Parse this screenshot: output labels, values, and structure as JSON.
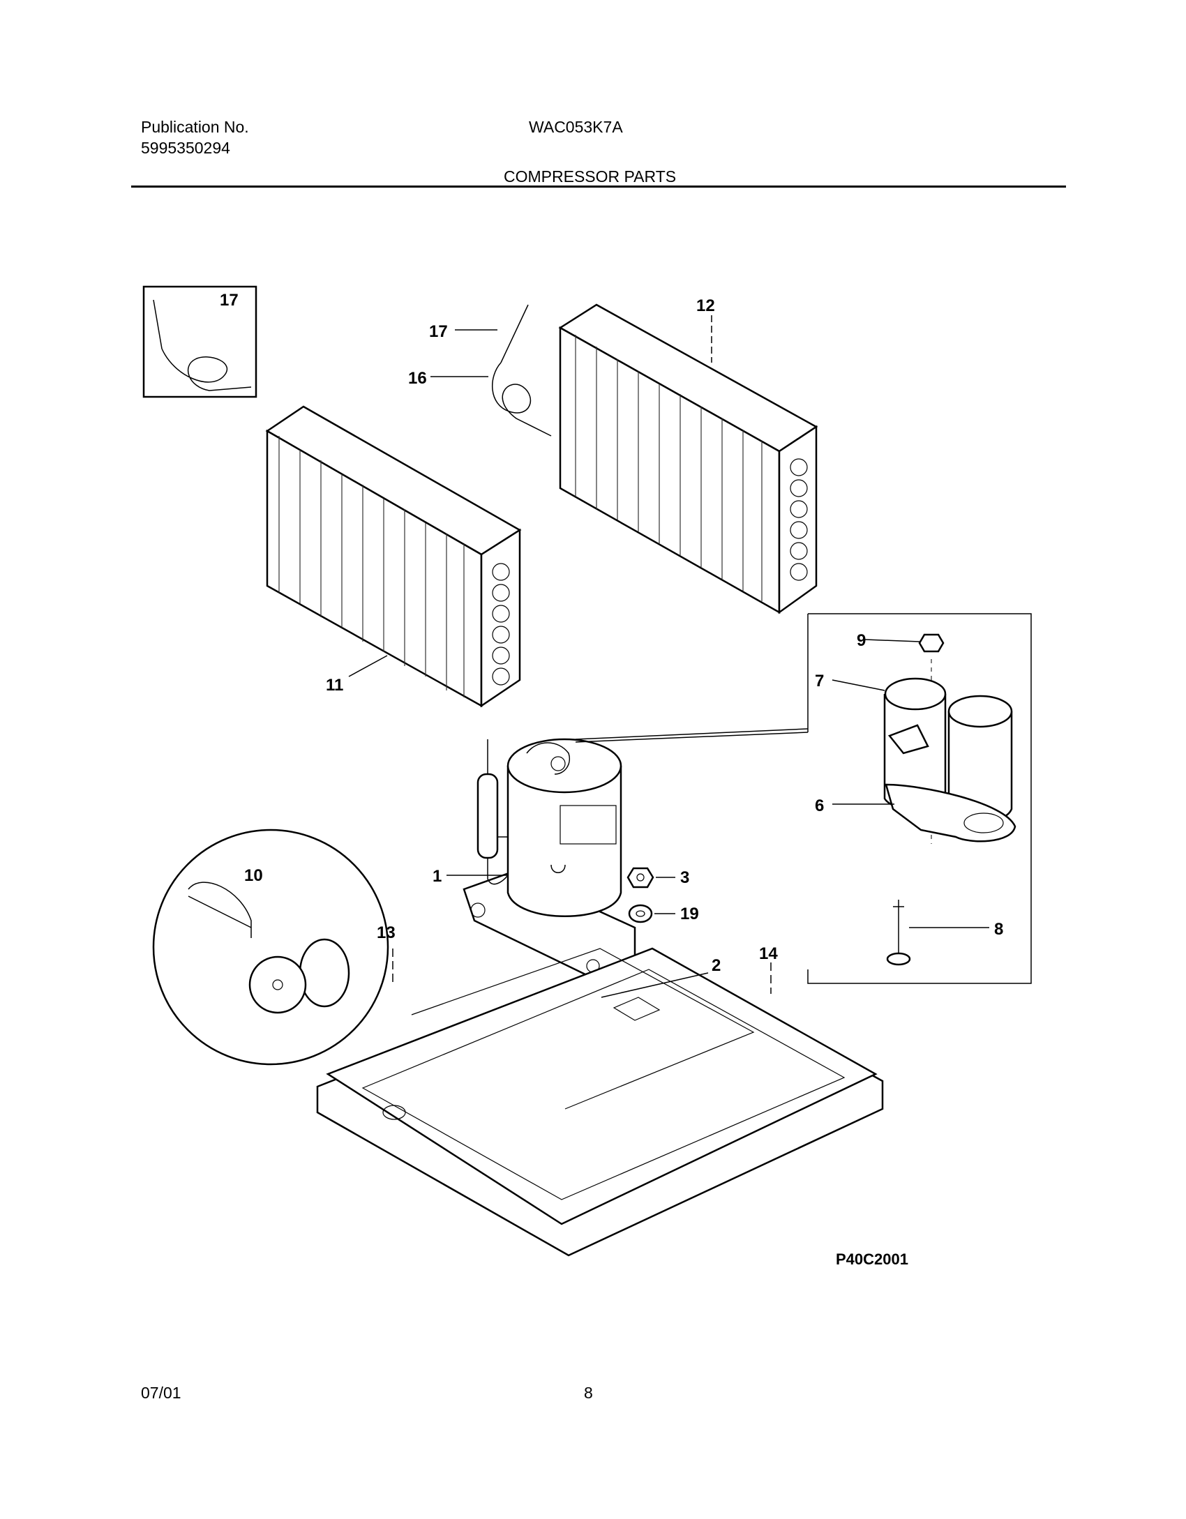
{
  "header": {
    "publication_label": "Publication No.",
    "publication_number": "5995350294",
    "model": "WAC053K7A",
    "section_title": "COMPRESSOR PARTS"
  },
  "footer": {
    "date": "07/01",
    "page_number": "8"
  },
  "diagram": {
    "drawing_code": "P40C2001",
    "callouts": {
      "c1": "1",
      "c2": "2",
      "c3": "3",
      "c6": "6",
      "c7": "7",
      "c8": "8",
      "c9": "9",
      "c10": "10",
      "c11": "11",
      "c12": "12",
      "c13": "13",
      "c14": "14",
      "c16": "16",
      "c17": "17",
      "c17_inset": "17",
      "c19": "19"
    }
  }
}
